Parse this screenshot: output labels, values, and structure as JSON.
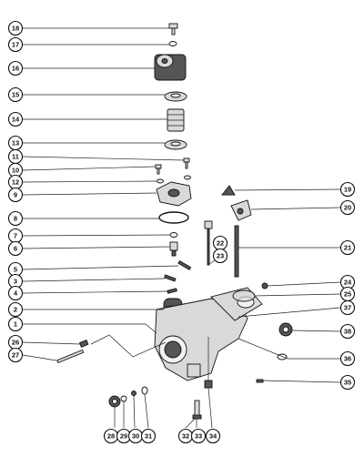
{
  "colors": {
    "ink": "#111111",
    "paper": "#ffffff",
    "metal": "#d9d9d9",
    "shadow": "#555555"
  },
  "callouts": [
    "1",
    "2",
    "3",
    "4",
    "5",
    "6",
    "7",
    "8",
    "9",
    "10",
    "11",
    "12",
    "13",
    "14",
    "15",
    "16",
    "17",
    "18",
    "19",
    "20",
    "21",
    "22",
    "23",
    "24",
    "25",
    "26",
    "27",
    "28",
    "29",
    "30",
    "31",
    "32",
    "33",
    "34",
    "35",
    "36",
    "37",
    "38"
  ]
}
